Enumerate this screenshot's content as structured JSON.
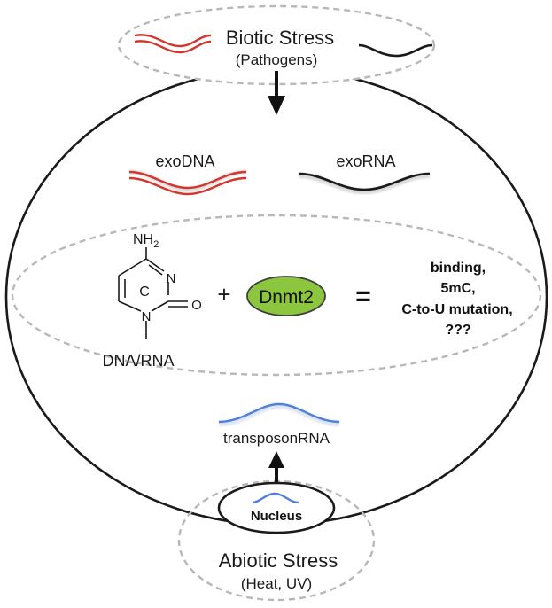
{
  "biotic": {
    "title": "Biotic Stress",
    "subtitle": "(Pathogens)"
  },
  "cell": {
    "exo_dna": "exoDNA",
    "exo_rna": "exoRNA",
    "transposon_rna": "transposonRNA"
  },
  "cytosine": {
    "ring_label": "C",
    "nh2": "NH",
    "nh2_sub": "2",
    "n3": "N",
    "n1": "N",
    "oxygen": "O",
    "caption": "DNA/RNA"
  },
  "equation": {
    "plus": "+",
    "enzyme": "Dnmt2",
    "equals": "=",
    "outcomes": [
      "binding,",
      "5mC,",
      "C-to-U mutation,",
      "???"
    ]
  },
  "nucleus": {
    "label": "Nucleus"
  },
  "abiotic": {
    "title": "Abiotic Stress",
    "subtitle": "(Heat, UV)"
  },
  "colors": {
    "dna_red": "#d2372d",
    "rna_black": "#1a1a1a",
    "transposon_blue": "#4f7fd8",
    "enzyme_green": "#8cc63f",
    "dashed_gray": "#b8b8b8"
  }
}
